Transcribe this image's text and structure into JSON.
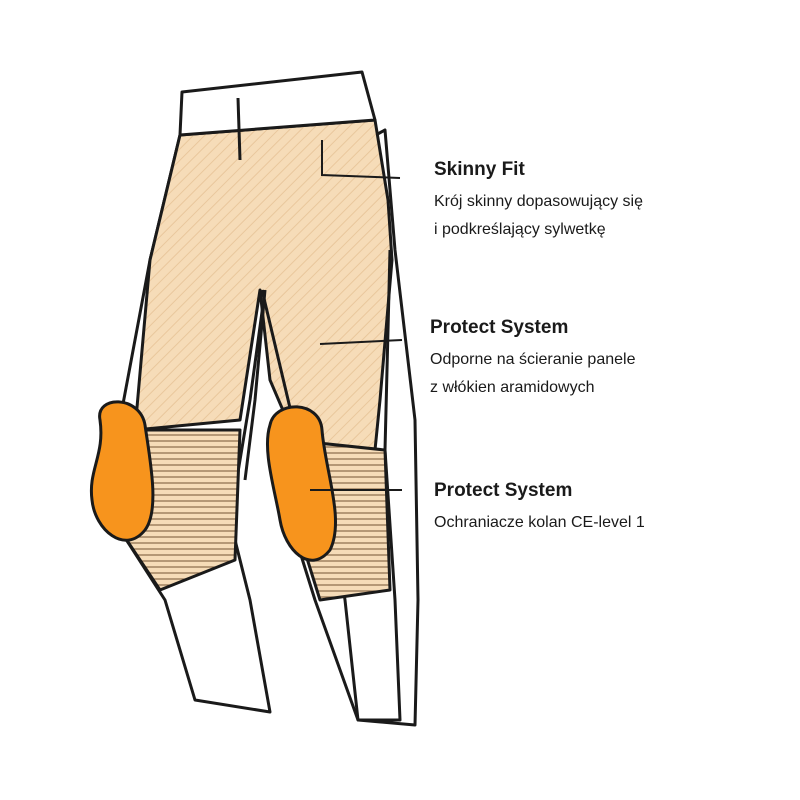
{
  "callouts": [
    {
      "title": "Skinny Fit",
      "lines": [
        "Krój skinny dopasowujący się",
        "i podkreślający sylwetkę"
      ]
    },
    {
      "title": "Protect System",
      "lines": [
        "Odporne na ścieranie panele",
        "z włókien aramidowych"
      ]
    },
    {
      "title": "Protect System",
      "lines": [
        "Ochraniacze kolan CE-level 1"
      ]
    }
  ],
  "colors": {
    "panel": "#f6dcb8",
    "kneepad": "#f7941d",
    "outline": "#1a1a1a",
    "leg": "#ffffff"
  }
}
